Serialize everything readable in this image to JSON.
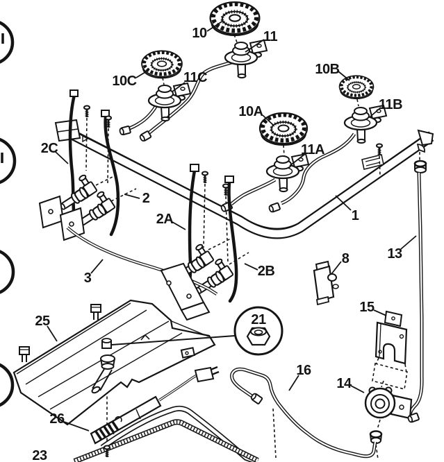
{
  "figure": {
    "background": "#ffffff",
    "ink": "#141414",
    "callouts": {
      "c1": {
        "label": "1"
      },
      "c2": {
        "label": "2"
      },
      "c2a": {
        "label": "2A"
      },
      "c2b": {
        "label": "2B"
      },
      "c2c": {
        "label": "2C"
      },
      "c3": {
        "label": "3"
      },
      "c8": {
        "label": "8"
      },
      "c10": {
        "label": "10"
      },
      "c10a": {
        "label": "10A"
      },
      "c10b": {
        "label": "10B"
      },
      "c10c": {
        "label": "10C"
      },
      "c11": {
        "label": "11"
      },
      "c11a": {
        "label": "11A"
      },
      "c11b": {
        "label": "11B"
      },
      "c11c": {
        "label": "11C"
      },
      "c13": {
        "label": "13"
      },
      "c14": {
        "label": "14"
      },
      "c15": {
        "label": "15"
      },
      "c16": {
        "label": "16"
      },
      "c21": {
        "label": "21"
      },
      "c23": {
        "label": "23"
      },
      "c25": {
        "label": "25"
      },
      "c26": {
        "label": "26"
      }
    }
  }
}
